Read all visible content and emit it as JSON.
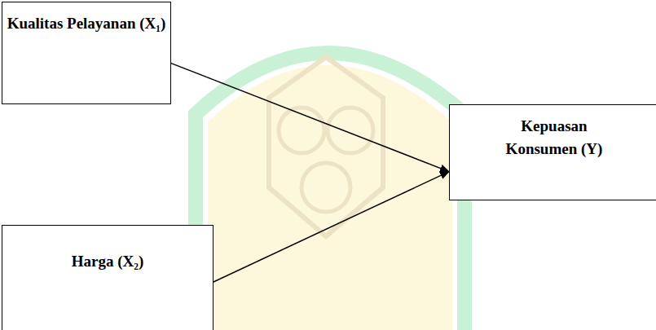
{
  "diagram": {
    "nodes": [
      {
        "text": [
          "Kualitas Pelayanan (X₁)"
        ]
      },
      {
        "text": [
          "Kepuasan Konsumen (Y)"
        ]
      },
      {
        "text": [
          "Harga (X₂)"
        ]
      }
    ],
    "edges": [
      {
        "from": 0,
        "to": 1,
        "arrow": "to"
      },
      {
        "from": 2,
        "to": 1,
        "arrow": "to"
      }
    ]
  }
}
